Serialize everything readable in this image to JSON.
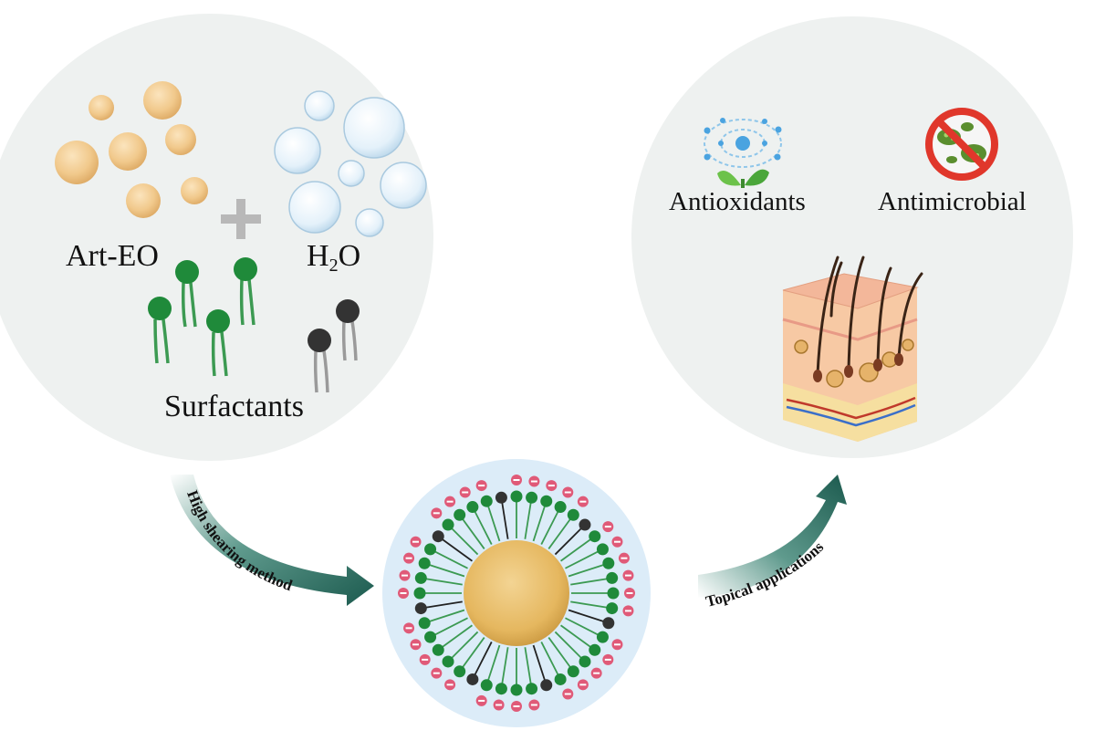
{
  "labels": {
    "art_eo": "Art-EO",
    "h2o_main": "H",
    "h2o_sub": "2",
    "h2o_tail": "O",
    "surfactants": "Surfactants",
    "antioxidants": "Antioxidants",
    "antimicrobial": "Antimicrobial",
    "high_shearing": "High shearing method",
    "topical": "Topical applications"
  },
  "colors": {
    "panel": "#eef1f0",
    "oil_droplet": "#f2c98a",
    "water_droplet": "#dcecf7",
    "surfactant_green": "#1f8a3a",
    "cosurfactant_black": "#333333",
    "arrow_teal": "#1f5e52",
    "charge_pink": "#e05a78",
    "core_gold": "#e6b85c",
    "nano_bg": "#dcecf8"
  },
  "icons": [
    "plus-icon",
    "atom-icon",
    "leaf-icon",
    "no-bacteria-icon",
    "skin-icon"
  ]
}
